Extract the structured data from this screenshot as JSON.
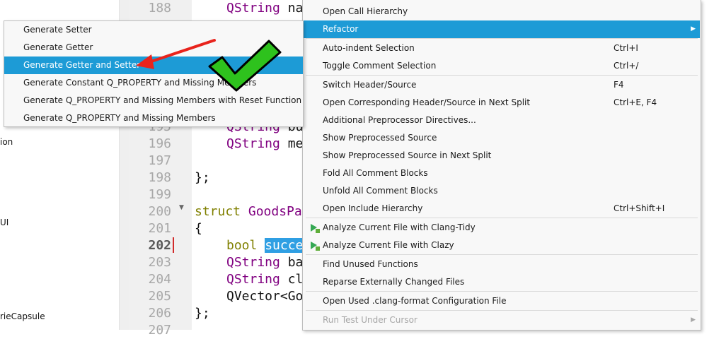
{
  "left_panel": {
    "items": [
      "ion",
      "UI",
      "rieCapsule"
    ]
  },
  "editor": {
    "lines": [
      {
        "num": "188",
        "code": [
          {
            "t": "QString ",
            "c": "ty"
          },
          {
            "t": "na",
            "c": ""
          }
        ]
      },
      {
        "num": "195",
        "code": [
          {
            "t": "QString ",
            "c": "ty"
          },
          {
            "t": "bu",
            "c": ""
          }
        ]
      },
      {
        "num": "196",
        "code": [
          {
            "t": "QString ",
            "c": "ty"
          },
          {
            "t": "me",
            "c": ""
          }
        ]
      },
      {
        "num": "197",
        "code": []
      },
      {
        "num": "198",
        "code": [
          {
            "t": "};",
            "c": ""
          }
        ]
      },
      {
        "num": "199",
        "code": []
      },
      {
        "num": "200",
        "code": [
          {
            "t": "struct ",
            "c": "kw"
          },
          {
            "t": "GoodsPa",
            "c": "ty"
          }
        ]
      },
      {
        "num": "201",
        "code": [
          {
            "t": "{",
            "c": ""
          }
        ]
      },
      {
        "num": "202",
        "code": [
          {
            "t": "bool ",
            "c": "kw"
          },
          {
            "t": "succe",
            "c": "sel"
          }
        ]
      },
      {
        "num": "203",
        "code": [
          {
            "t": "QString ",
            "c": "ty"
          },
          {
            "t": "ba",
            "c": ""
          }
        ]
      },
      {
        "num": "204",
        "code": [
          {
            "t": "QString ",
            "c": "ty"
          },
          {
            "t": "cl",
            "c": ""
          }
        ]
      },
      {
        "num": "205",
        "code": [
          {
            "t": "QVector<Go",
            "c": ""
          }
        ]
      },
      {
        "num": "206",
        "code": [
          {
            "t": "};",
            "c": ""
          }
        ]
      },
      {
        "num": "207",
        "code": []
      }
    ]
  },
  "context_menu": {
    "items": [
      {
        "label": "Open Call Hierarchy",
        "shortcut": ""
      },
      {
        "label": "Refactor",
        "shortcut": "",
        "submenu": true
      },
      {
        "label": "Auto-indent Selection",
        "shortcut": "Ctrl+I"
      },
      {
        "label": "Toggle Comment Selection",
        "shortcut": "Ctrl+/"
      },
      {
        "label": "Switch Header/Source",
        "shortcut": "F4"
      },
      {
        "label": "Open Corresponding Header/Source in Next Split",
        "shortcut": "Ctrl+E, F4"
      },
      {
        "label": "Additional Preprocessor Directives...",
        "shortcut": ""
      },
      {
        "label": "Show Preprocessed Source",
        "shortcut": ""
      },
      {
        "label": "Show Preprocessed Source in Next Split",
        "shortcut": ""
      },
      {
        "label": "Fold All Comment Blocks",
        "shortcut": ""
      },
      {
        "label": "Unfold All Comment Blocks",
        "shortcut": ""
      },
      {
        "label": "Open Include Hierarchy",
        "shortcut": "Ctrl+Shift+I"
      },
      {
        "label": "Analyze Current File with Clang-Tidy",
        "shortcut": ""
      },
      {
        "label": "Analyze Current File with Clazy",
        "shortcut": ""
      },
      {
        "label": "Find Unused Functions",
        "shortcut": ""
      },
      {
        "label": "Reparse Externally Changed Files",
        "shortcut": ""
      },
      {
        "label": "Open Used .clang-format Configuration File",
        "shortcut": ""
      },
      {
        "label": "Run Test Under Cursor",
        "shortcut": ""
      }
    ]
  },
  "refactor_submenu": {
    "items": [
      "Generate Setter",
      "Generate Getter",
      "Generate Getter and Setter",
      "Generate Constant Q_PROPERTY and Missing Members",
      "Generate Q_PROPERTY and Missing Members with Reset Function",
      "Generate Q_PROPERTY and Missing Members"
    ]
  },
  "colors": {
    "highlight": "#1d9bd6",
    "arrow": "#e8231c",
    "check_fill": "#2ec21d",
    "check_outline": "#000000"
  }
}
